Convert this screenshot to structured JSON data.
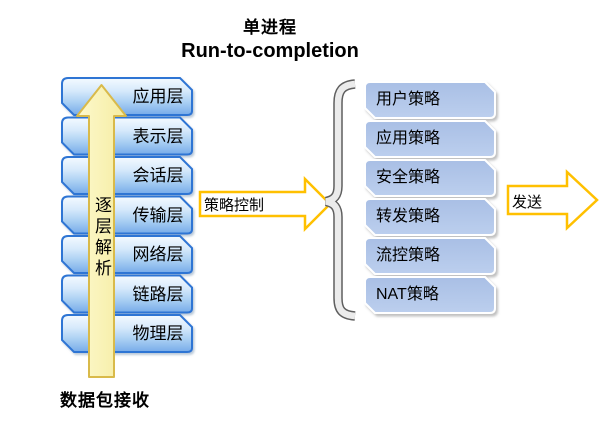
{
  "title": {
    "line1": "单进程",
    "line2": "Run-to-completion"
  },
  "left_stack": {
    "layers": [
      "应用层",
      "表示层",
      "会话层",
      "传输层",
      "网络层",
      "链路层",
      "物理层"
    ],
    "up_arrow_label": "逐层解析",
    "bottom_label": "数据包接收"
  },
  "policy_flow": {
    "control_arrow_label": "策略控制",
    "policies": [
      "用户策略",
      "应用策略",
      "安全策略",
      "转发策略",
      "流控策略",
      "NAT策略"
    ],
    "send_arrow_label": "发送"
  },
  "colors": {
    "layer_box_border": "#2e74d4",
    "layer_box_fill_bottom": "#77abe9",
    "policy_box_fill": "#b2c6e8",
    "up_arrow_fill": "#faf4b6",
    "up_arrow_border": "#d9ba4a",
    "flow_arrow_border": "#ffc000",
    "brace_gray": "#ebebeb"
  }
}
